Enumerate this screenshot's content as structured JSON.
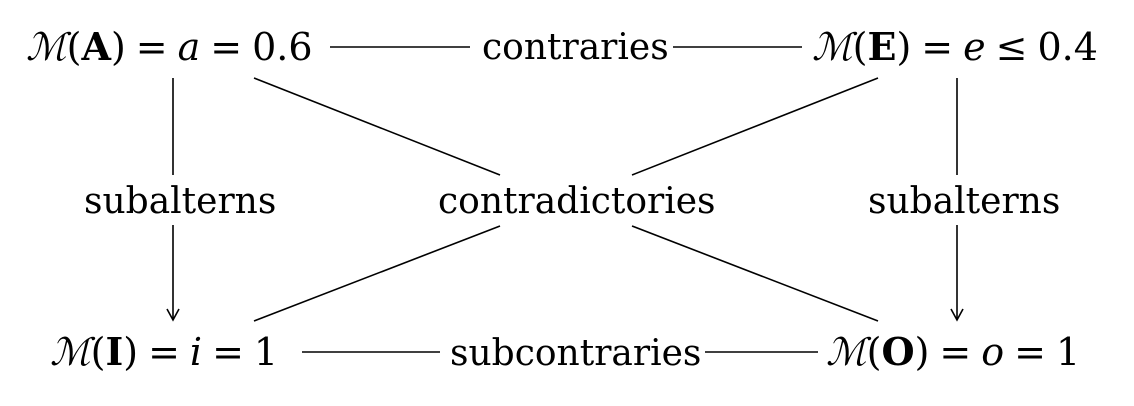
{
  "nodes": {
    "A": {
      "fn": "ℳ",
      "letter": "A",
      "var": "a",
      "rel": "=",
      "value": "0.6"
    },
    "E": {
      "fn": "ℳ",
      "letter": "E",
      "var": "e",
      "rel": "≤",
      "value": "0.4"
    },
    "I": {
      "fn": "ℳ",
      "letter": "I",
      "var": "i",
      "rel": "=",
      "value": "1"
    },
    "O": {
      "fn": "ℳ",
      "letter": "O",
      "var": "o",
      "rel": "=",
      "value": "1"
    }
  },
  "labels": {
    "top": "contraries",
    "bottom": "subcontraries",
    "left": "subalterns",
    "right": "subalterns",
    "center": "contradictories"
  }
}
